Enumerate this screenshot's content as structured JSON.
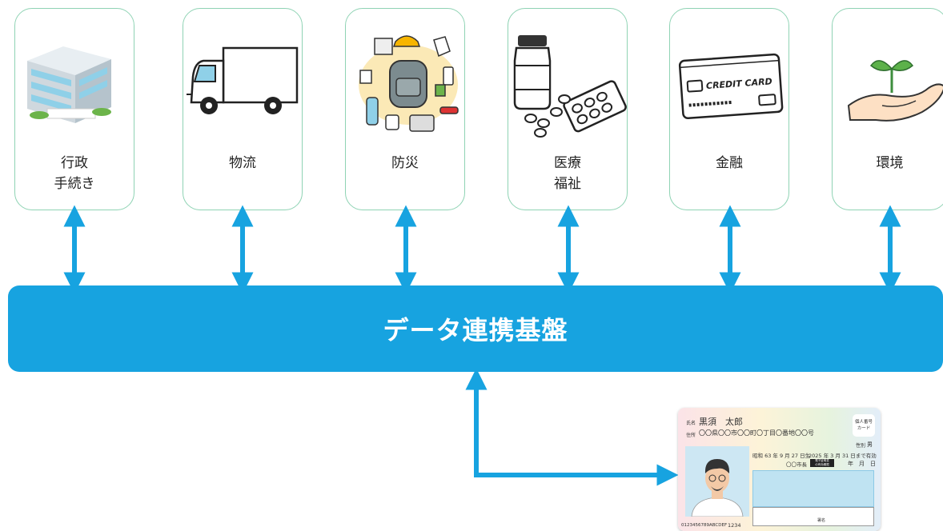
{
  "cards": [
    {
      "label": "行政\n手続き",
      "icon": "government-building-icon"
    },
    {
      "label": "物流",
      "icon": "delivery-truck-icon"
    },
    {
      "label": "防災",
      "icon": "disaster-kit-icon"
    },
    {
      "label": "医療\n福祉",
      "icon": "medicine-bottle-icon"
    },
    {
      "label": "金融",
      "icon": "credit-card-icon"
    },
    {
      "label": "環境",
      "icon": "sprout-hand-icon"
    }
  ],
  "illustrations": {
    "credit_card_text": "CREDIT CARD"
  },
  "platform": {
    "title": "データ連携基盤",
    "color": "#17a3e0"
  },
  "colors": {
    "arrow": "#17a3e0",
    "card_border": "#8fd3b4"
  },
  "id_card": {
    "name_label": "氏名",
    "name": "黒須　太郎",
    "address_label": "住所",
    "address": "〇〇県〇〇市〇〇町〇丁目〇番地〇〇号",
    "badge": "個人番号\nカード",
    "sex_label": "性別",
    "sex": "男",
    "birth": "昭和 63 年 9 月 27 日生",
    "expiry": "2025 年 3 月 31 日まで有効",
    "issuer": "〇〇市長",
    "cert_label": "電子証明書\nの有効期限",
    "cert_date": "年　月　日",
    "number": "0123456789ABCDEF",
    "code": "1234",
    "signature_label": "署名"
  }
}
